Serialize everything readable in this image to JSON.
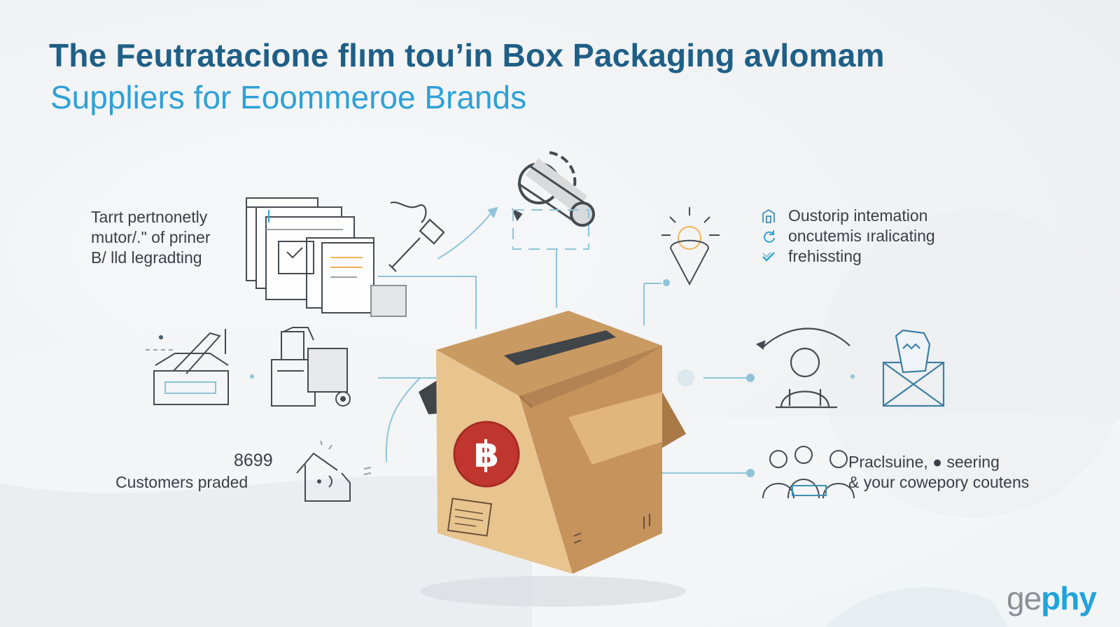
{
  "header": {
    "title": "The Feutratacione flım tou’in Box Packaging avlomam",
    "subtitle": "Suppliers for Eoommeroe Brands"
  },
  "left_block": {
    "lines": [
      "Tarrt pertnonetly",
      "mutor/.\" of priner",
      "B/ lld legradting"
    ]
  },
  "right_block": {
    "items": [
      "Oustorip intemation",
      "oncutemis ıralicating",
      "frehissting"
    ],
    "icons": [
      "building-icon",
      "refresh-icon",
      "check-icon"
    ]
  },
  "stat": {
    "value": "8699",
    "label": "Customers praded"
  },
  "bottom_right": {
    "lines": [
      "Praclsuine, ● seering",
      "& your cowepory coutens"
    ]
  },
  "box": {
    "emblem": "฿",
    "emblem_color": "#c0362f"
  },
  "logo": {
    "part1": "ge",
    "part2": "phy"
  },
  "colors": {
    "title": "#1f5f86",
    "subtitle": "#2ea1d6",
    "accent_line": "#7dbcd6",
    "box_light": "#e8c48f",
    "box_dark": "#c99a62"
  }
}
